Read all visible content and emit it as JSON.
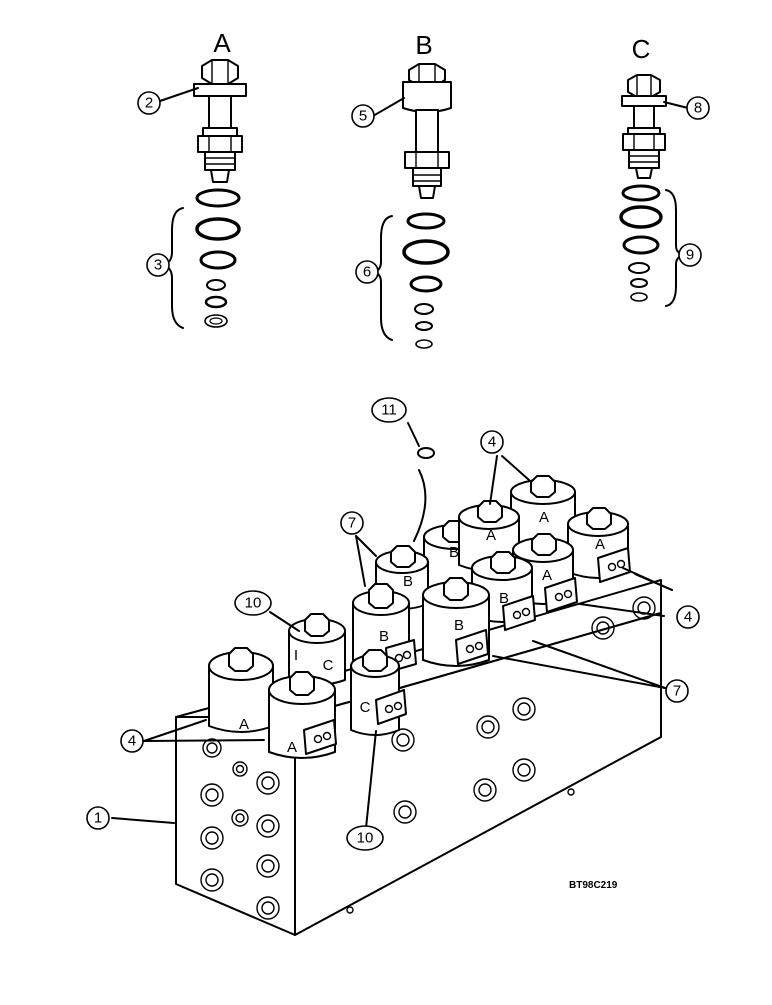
{
  "diagram": {
    "column_labels": {
      "a": "A",
      "b": "B",
      "c": "C"
    },
    "callouts": {
      "c1": "1",
      "c2": "2",
      "c3": "3",
      "c4_left": "4",
      "c4_top": "4",
      "c4_right": "4",
      "c5": "5",
      "c6": "6",
      "c7_top": "7",
      "c7_right": "7",
      "c8": "8",
      "c9": "9",
      "c10_top": "10",
      "c10_bottom": "10",
      "c11": "11"
    },
    "coil_labels": {
      "l1": "A",
      "l2": "A",
      "l3": "C",
      "l4": "B",
      "l5": "C",
      "l6": "B",
      "l7": "B",
      "l8": "B",
      "l9": "A",
      "l10": "B",
      "l11": "A",
      "l12": "A",
      "l13": "A"
    },
    "figure_code": "BT98C219"
  }
}
